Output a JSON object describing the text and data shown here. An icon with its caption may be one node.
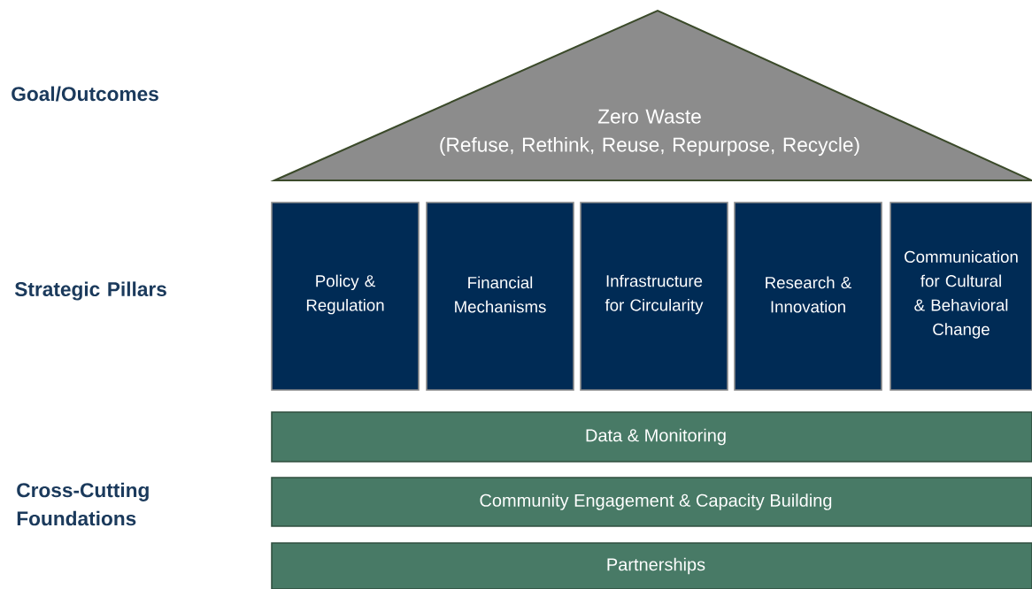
{
  "diagram": {
    "nodes": [
      {
        "text": [
          "Zero Waste",
          "(Refuse, Rethink, Reuse, Repurpose, Recycle)"
        ]
      },
      {
        "text": [
          "Policy & Regulation"
        ]
      },
      {
        "text": [
          "Financial Mechanisms"
        ]
      },
      {
        "text": [
          "Infrastructure for Circularity"
        ]
      },
      {
        "text": [
          "Research & Innovation"
        ]
      },
      {
        "text": [
          "Communication for Cultural & Behavioral Change"
        ]
      },
      {
        "text": [
          "Data & Monitoring"
        ]
      },
      {
        "text": [
          "Community Engagement & Capacity Building"
        ]
      },
      {
        "text": [
          "Partnerships"
        ]
      }
    ],
    "labels": [
      "Goal/Outcomes",
      "Strategic Pillars",
      "Cross-Cutting Foundations"
    ]
  }
}
